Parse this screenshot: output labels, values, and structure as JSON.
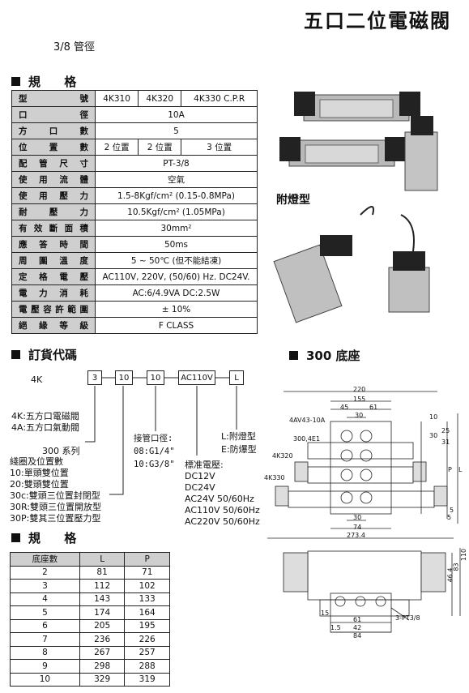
{
  "title": "五口二位電磁閥",
  "subtitle": "3/8 管徑",
  "spec_section": {
    "heading": "規   格"
  },
  "spec_table": {
    "header_label": "型號",
    "models": [
      "4K310",
      "4K320",
      "4K330 C.P.R"
    ],
    "rows": [
      {
        "label": "口徑",
        "value": "10A"
      },
      {
        "label": "方口數",
        "value": "5"
      },
      {
        "label": "位置數",
        "values": [
          "2 位置",
          "2 位置",
          "3 位置"
        ]
      },
      {
        "label": "配管尺寸",
        "value": "PT-3/8"
      },
      {
        "label": "使用流體",
        "value": "空氣"
      },
      {
        "label": "使用壓力",
        "value": "1.5-8Kgf/cm² (0.15-0.8MPa)"
      },
      {
        "label": "耐壓力",
        "value": "10.5Kgf/cm² (1.05MPa)"
      },
      {
        "label": "有效斷面積",
        "value": "30mm²"
      },
      {
        "label": "應答時間",
        "value": "50ms"
      },
      {
        "label": "周圍溫度",
        "value": "5 ~ 50℃ (但不能結凍)"
      },
      {
        "label": "定格電壓",
        "value": "AC110V, 220V, (50/60) Hz. DC24V."
      },
      {
        "label": "電力消耗",
        "value": "AC:6/4.9VA DC:2.5W"
      },
      {
        "label": "電壓容許範圍",
        "value": "± 10%"
      },
      {
        "label": "絕緣等級",
        "value": "F CLASS"
      }
    ]
  },
  "photo_caption": "附燈型",
  "order_section": {
    "heading": "訂貨代碼",
    "prefix": "4K",
    "boxes": [
      "3",
      "10",
      "10",
      "AC110V",
      "L"
    ],
    "type_lines": [
      "4K:五方口電磁閥",
      "4A:五方口氣動閥"
    ],
    "series": "300 系列",
    "coil_title": "綫圈及位置數",
    "coil_lines": [
      "10:單頭雙位置",
      "20:雙頭雙位置",
      "30c:雙頭三位置封閉型",
      "30R:雙頭三位置開放型",
      "30P:雙其三位置壓力型"
    ],
    "port_title": "接管口徑:",
    "port_lines": [
      "08:G1/4\"",
      "10:G3/8\""
    ],
    "voltage_title": "標准電壓:",
    "voltage_lines": [
      "DC12V",
      "DC24V",
      "AC24V 50/60Hz",
      "AC110V 50/60Hz",
      "AC220V 50/60Hz"
    ],
    "option_lines": [
      "L:附燈型",
      "E:防爆型"
    ]
  },
  "size_section": {
    "heading": "規   格"
  },
  "size_table": {
    "headers": [
      "底座數",
      "L",
      "P"
    ],
    "rows": [
      [
        "2",
        "81",
        "71"
      ],
      [
        "3",
        "112",
        "102"
      ],
      [
        "4",
        "143",
        "133"
      ],
      [
        "5",
        "174",
        "164"
      ],
      [
        "6",
        "205",
        "195"
      ],
      [
        "7",
        "236",
        "226"
      ],
      [
        "8",
        "267",
        "257"
      ],
      [
        "9",
        "298",
        "288"
      ],
      [
        "10",
        "329",
        "319"
      ]
    ]
  },
  "base_section": {
    "heading": "300 底座"
  },
  "drawing": {
    "top_dims": [
      "220",
      "155",
      "45",
      "61",
      "30"
    ],
    "labels": [
      "4AV43-10A",
      "300,4E1",
      "4K320",
      "4K330"
    ],
    "right_dims": [
      "10",
      "25",
      "31",
      "30",
      "P",
      "L",
      "5"
    ],
    "bottom_dims": [
      "30",
      "74",
      "5",
      "273.4"
    ],
    "side_dims": [
      "46.4",
      "83",
      "110"
    ],
    "front_dims": [
      "15",
      "61",
      "1.5",
      "42",
      "84"
    ],
    "front_label": "3-PT3/8"
  }
}
